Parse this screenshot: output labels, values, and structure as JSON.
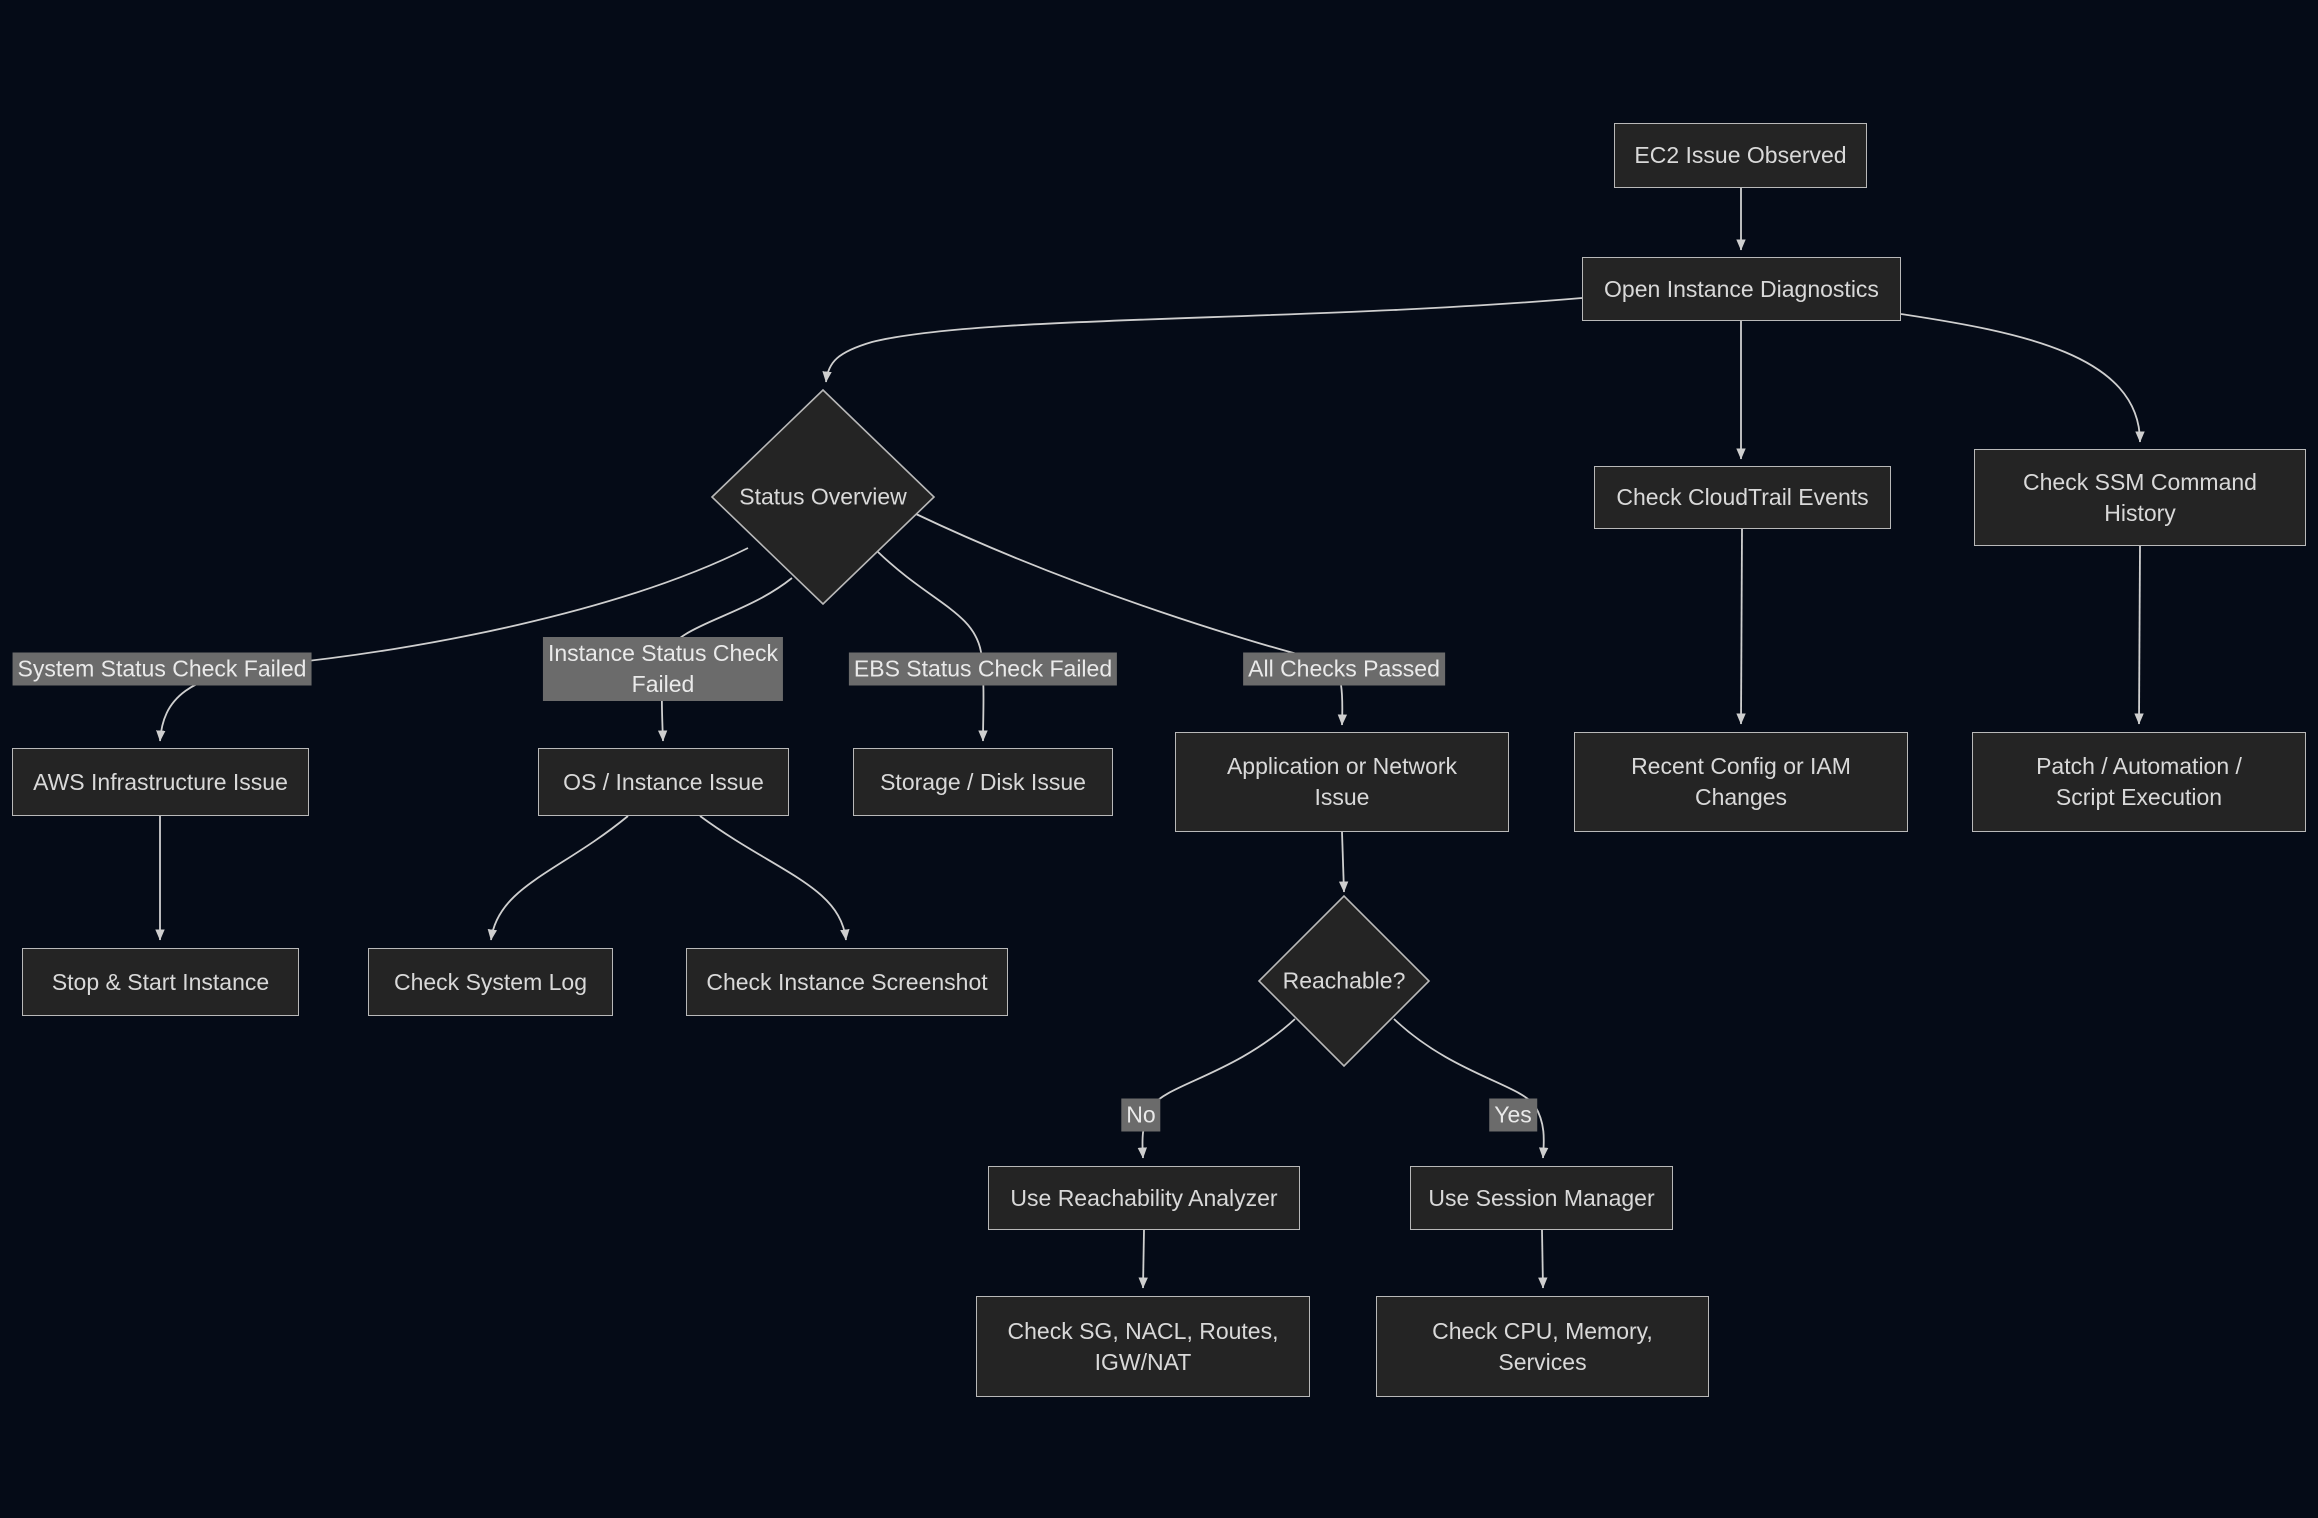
{
  "diagram": {
    "title": "EC2 issue troubleshooting flowchart",
    "colors": {
      "background": "#050b17",
      "node_fill": "#242424",
      "node_border": "#b9b9b9",
      "node_text": "#d9d9d9",
      "edge_line": "#cfcfcf",
      "edge_label_bg": "#6b6b6b",
      "edge_label_text": "#eaeaea"
    },
    "nodes": {
      "ec2_issue": {
        "shape": "rect",
        "label": "EC2 Issue Observed",
        "lines": [
          "EC2 Issue Observed"
        ]
      },
      "open_diag": {
        "shape": "rect",
        "label": "Open Instance Diagnostics",
        "lines": [
          "Open Instance Diagnostics"
        ]
      },
      "status_overview": {
        "shape": "diamond",
        "label": "Status Overview",
        "lines": [
          "Status Overview"
        ]
      },
      "cloudtrail": {
        "shape": "rect",
        "label": "Check CloudTrail Events",
        "lines": [
          "Check CloudTrail Events"
        ]
      },
      "ssm_history": {
        "shape": "rect",
        "label": "Check SSM Command History",
        "lines": [
          "Check SSM Command",
          "History"
        ]
      },
      "aws_infra": {
        "shape": "rect",
        "label": "AWS Infrastructure Issue",
        "lines": [
          "AWS Infrastructure Issue"
        ]
      },
      "os_instance": {
        "shape": "rect",
        "label": "OS / Instance Issue",
        "lines": [
          "OS / Instance Issue"
        ]
      },
      "storage_disk": {
        "shape": "rect",
        "label": "Storage / Disk Issue",
        "lines": [
          "Storage / Disk Issue"
        ]
      },
      "app_network": {
        "shape": "rect",
        "label": "Application or Network Issue",
        "lines": [
          "Application or Network",
          "Issue"
        ]
      },
      "recent_config": {
        "shape": "rect",
        "label": "Recent Config or IAM Changes",
        "lines": [
          "Recent Config or IAM",
          "Changes"
        ]
      },
      "patch_autom": {
        "shape": "rect",
        "label": "Patch / Automation / Script Execution",
        "lines": [
          "Patch / Automation /",
          "Script Execution"
        ]
      },
      "stop_start": {
        "shape": "rect",
        "label": "Stop & Start Instance",
        "lines": [
          "Stop & Start Instance"
        ]
      },
      "check_syslog": {
        "shape": "rect",
        "label": "Check System Log",
        "lines": [
          "Check System Log"
        ]
      },
      "check_screenshot": {
        "shape": "rect",
        "label": "Check Instance Screenshot",
        "lines": [
          "Check Instance Screenshot"
        ]
      },
      "reachable": {
        "shape": "diamond",
        "label": "Reachable?",
        "lines": [
          "Reachable?"
        ]
      },
      "use_reach": {
        "shape": "rect",
        "label": "Use Reachability Analyzer",
        "lines": [
          "Use Reachability Analyzer"
        ]
      },
      "use_session": {
        "shape": "rect",
        "label": "Use Session Manager",
        "lines": [
          "Use Session Manager"
        ]
      },
      "check_sg": {
        "shape": "rect",
        "label": "Check SG, NACL, Routes, IGW/NAT",
        "lines": [
          "Check SG, NACL, Routes,",
          "IGW/NAT"
        ]
      },
      "check_cpu": {
        "shape": "rect",
        "label": "Check CPU, Memory, Services",
        "lines": [
          "Check CPU, Memory,",
          "Services"
        ]
      }
    },
    "edges": [
      {
        "from": "ec2_issue",
        "to": "open_diag",
        "label": ""
      },
      {
        "from": "open_diag",
        "to": "status_overview",
        "label": ""
      },
      {
        "from": "open_diag",
        "to": "cloudtrail",
        "label": ""
      },
      {
        "from": "open_diag",
        "to": "ssm_history",
        "label": ""
      },
      {
        "from": "status_overview",
        "to": "aws_infra",
        "label": "System Status Check Failed"
      },
      {
        "from": "status_overview",
        "to": "os_instance",
        "label": "Instance Status Check Failed",
        "label_lines": [
          "Instance Status Check",
          "Failed"
        ]
      },
      {
        "from": "status_overview",
        "to": "storage_disk",
        "label": "EBS Status Check Failed"
      },
      {
        "from": "status_overview",
        "to": "app_network",
        "label": "All Checks Passed"
      },
      {
        "from": "aws_infra",
        "to": "stop_start",
        "label": ""
      },
      {
        "from": "os_instance",
        "to": "check_syslog",
        "label": ""
      },
      {
        "from": "os_instance",
        "to": "check_screenshot",
        "label": ""
      },
      {
        "from": "app_network",
        "to": "reachable",
        "label": ""
      },
      {
        "from": "reachable",
        "to": "use_reach",
        "label": "No"
      },
      {
        "from": "reachable",
        "to": "use_session",
        "label": "Yes"
      },
      {
        "from": "use_reach",
        "to": "check_sg",
        "label": ""
      },
      {
        "from": "use_session",
        "to": "check_cpu",
        "label": ""
      },
      {
        "from": "cloudtrail",
        "to": "recent_config",
        "label": ""
      },
      {
        "from": "ssm_history",
        "to": "patch_autom",
        "label": ""
      }
    ]
  }
}
